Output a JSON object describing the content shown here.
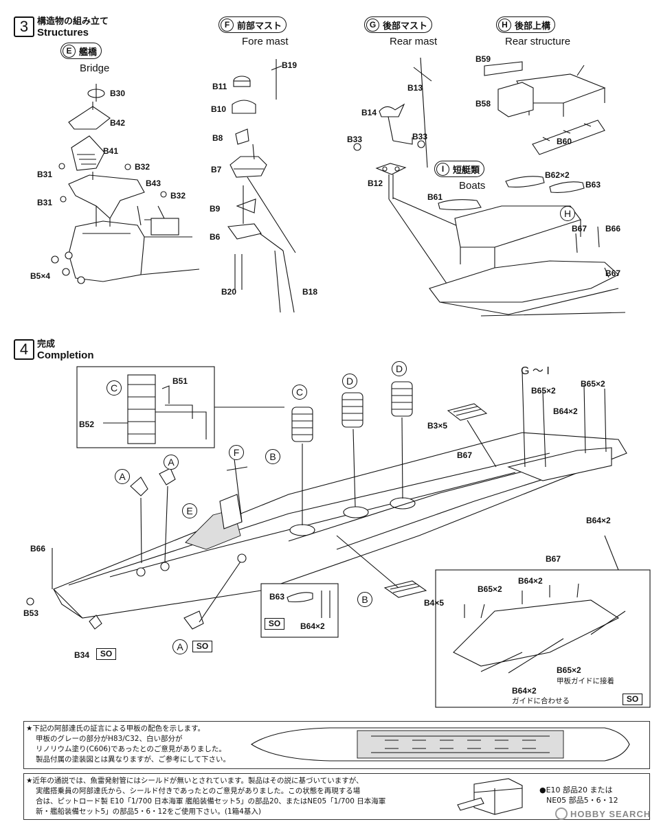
{
  "step3": {
    "number": "3",
    "title_jp": "構造物の組み立て",
    "title_en": "Structures",
    "bridge": {
      "letter": "E",
      "jp": "艦橋",
      "en": "Bridge"
    },
    "fore_mast": {
      "letter": "F",
      "jp": "前部マスト",
      "en": "Fore mast"
    },
    "rear_mast": {
      "letter": "G",
      "jp": "後部マスト",
      "en": "Rear mast"
    },
    "rear_structure": {
      "letter": "H",
      "jp": "後部上構",
      "en": "Rear structure"
    },
    "boats": {
      "letter": "I",
      "jp": "短艇類",
      "en": "Boats"
    },
    "ref_H": "H",
    "parts": {
      "B30": "B30",
      "B42": "B42",
      "B41": "B41",
      "B31a": "B31",
      "B32a": "B32",
      "B43": "B43",
      "B31b": "B31",
      "B32b": "B32",
      "B5x4": "B5×4",
      "B19": "B19",
      "B11": "B11",
      "B10": "B10",
      "B8": "B8",
      "B7": "B7",
      "B9": "B9",
      "B6": "B6",
      "B20": "B20",
      "B18": "B18",
      "B13": "B13",
      "B14": "B14",
      "B33a": "B33",
      "B33b": "B33",
      "B12": "B12",
      "B59": "B59",
      "B58": "B58",
      "B60": "B60",
      "B61": "B61",
      "B62x2": "B62×2",
      "B63": "B63",
      "B67a": "B67",
      "B66": "B66",
      "B67b": "B67"
    }
  },
  "step4": {
    "number": "4",
    "title_jp": "完成",
    "title_en": "Completion",
    "range_label": "G ～ I",
    "letters": {
      "C_inset": "C",
      "C": "C",
      "D1": "D",
      "D2": "D",
      "F": "F",
      "E": "E",
      "A1": "A",
      "A2": "A",
      "A3": "A",
      "B1": "B",
      "B2": "B"
    },
    "so": "SO",
    "parts": {
      "B51": "B51",
      "B52": "B52",
      "B3x5": "B3×5",
      "B67a": "B67",
      "B65x2a": "B65×2",
      "B65x2b": "B65×2",
      "B64x2a": "B64×2",
      "B64x2b": "B64×2",
      "B67b": "B67",
      "B66": "B66",
      "B53": "B53",
      "B34": "B34",
      "B63": "B63",
      "B64x2c": "B64×2",
      "B4x5": "B4×5",
      "B65x2c": "B65×2",
      "B64x2d": "B64×2",
      "B65x2d": "B65×2",
      "B64x2e": "B64×2"
    },
    "inset_notes": {
      "deck_guide": "甲板ガイドに接着",
      "guide_fit": "ガイドに合わせる"
    }
  },
  "notes": {
    "note1": [
      "★下記の阿部達氏の証言による甲板の配色を示します。",
      "甲板のグレーの部分がH83/C32、白い部分が",
      "リノリウム塗り(C606)であったとのご意見がありました。",
      "製品付属の塗装図とは異なりますが、ご参考にして下さい。"
    ],
    "note2": [
      "★近年の通説では、魚雷発射管にはシールドが無いとされています。製品はその説に基づいていますが、",
      "実艦搭乗員の阿部達氏から、シールド付きであったとのご意見がありました。この状態を再現する場",
      "合は、ピットロード製 E10「1/700 日本海軍 艦船装備セット5」の部品20、またはNE05「1/700 日本海軍",
      "新・艦船装備セット5」の部品5・6・12をご使用下さい。(1箱4基入)"
    ],
    "side_note": [
      "●E10 部品20 または",
      "NE05 部品5・6・12"
    ]
  },
  "watermark": "HOBBY SEARCH"
}
